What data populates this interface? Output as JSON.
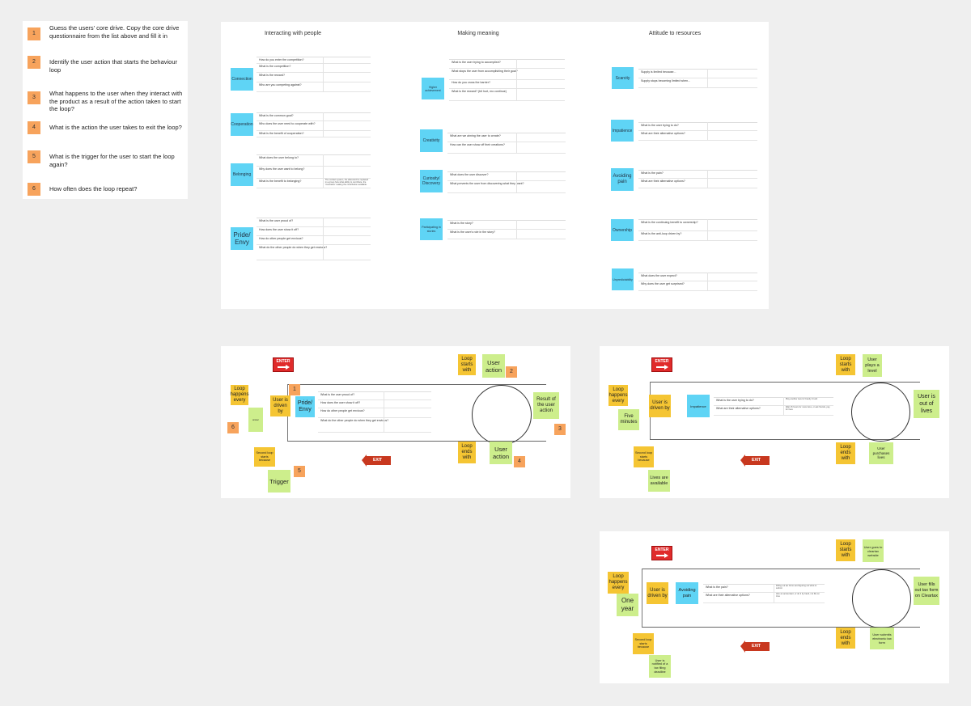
{
  "instructions": [
    {
      "num": "1",
      "text": "Guess the users' core drive. Copy the core drive questionnaire from the list above and fill it in"
    },
    {
      "num": "2",
      "text": "Identify the user action that starts the behaviour loop"
    },
    {
      "num": "3",
      "text": "What happens to the user when they interact with the product as a result of the action taken to start the loop?"
    },
    {
      "num": "4",
      "text": "What is the action the user takes to exit the loop?"
    },
    {
      "num": "5",
      "text": "What is the trigger for the user to start the loop again?"
    },
    {
      "num": "6",
      "text": "How often does the loop repeat?"
    }
  ],
  "drives": {
    "columns": [
      "Interacting with people",
      "Making meaning",
      "Attitude to resources"
    ],
    "col1": [
      {
        "label": "Connection",
        "rows": [
          {
            "q": "How do you enter the competition?",
            "a": ""
          },
          {
            "q": "What is the competition?",
            "a": ""
          },
          {
            "q": "What is the reward?",
            "a": ""
          },
          {
            "q": "Who are you competing against?",
            "a": ""
          }
        ]
      },
      {
        "label": "Cooperation",
        "rows": [
          {
            "q": "What is the common goal?",
            "a": ""
          },
          {
            "q": "Who does the user need to cooperate with?",
            "a": ""
          },
          {
            "q": "What is the benefit of cooperation?",
            "a": ""
          }
        ]
      },
      {
        "label": "Belonging",
        "rows": [
          {
            "q": "What does the user belong to?",
            "a": ""
          },
          {
            "q": "Why does the user want to belong?",
            "a": ""
          },
          {
            "q": "What is the benefit to belonging?",
            "a": "The contact system, the afterword be replaced in a group how what ability to contribute, the 'innovative' making the contribution available."
          }
        ]
      },
      {
        "label": "Pride/ Envy",
        "rows": [
          {
            "q": "What is the user proud of?",
            "a": ""
          },
          {
            "q": "How does the user show it off?",
            "a": ""
          },
          {
            "q": "How do other people get envious?",
            "a": ""
          },
          {
            "q": "What do the other people do when they get envious?",
            "a": ""
          }
        ]
      }
    ],
    "col2": [
      {
        "label": "Higher achievement",
        "rows": [
          {
            "q": "What is the user trying to accomplish?",
            "a": ""
          },
          {
            "q": "What stops the user from accomplishing their goal?",
            "a": ""
          },
          {
            "q": "How do you cross the barrier?",
            "a": ""
          },
          {
            "q": "What is the reward? (bit hurt, mo continue)",
            "a": ""
          }
        ]
      },
      {
        "label": "Creativity",
        "rows": [
          {
            "q": "What are we aiming the user to create?",
            "a": ""
          },
          {
            "q": "How can the user show off their creations?",
            "a": ""
          }
        ]
      },
      {
        "label": "Curiosity/ Discovery",
        "rows": [
          {
            "q": "What does the user discover?",
            "a": ""
          },
          {
            "q": "What prevents the user from discovering what they want?",
            "a": ""
          }
        ]
      },
      {
        "label": "Participating in stories",
        "rows": [
          {
            "q": "What is the story?",
            "a": ""
          },
          {
            "q": "What is the user's role in the story?",
            "a": ""
          }
        ]
      }
    ],
    "col3": [
      {
        "label": "Scarcity",
        "rows": [
          {
            "q": "Supply is limited because...",
            "a": ""
          },
          {
            "q": "Supply stops becoming limited when...",
            "a": ""
          }
        ]
      },
      {
        "label": "Impatience",
        "rows": [
          {
            "q": "What is the user trying to do?",
            "a": ""
          },
          {
            "q": "What are their alternative options?",
            "a": ""
          }
        ]
      },
      {
        "label": "Avoiding pain",
        "rows": [
          {
            "q": "What is the pain?",
            "a": ""
          },
          {
            "q": "What are their alternative options?",
            "a": ""
          }
        ]
      },
      {
        "label": "Ownership",
        "rows": [
          {
            "q": "What is the continuing benefit to ownership?",
            "a": ""
          },
          {
            "q": "What is the anti-loop driven by?",
            "a": ""
          }
        ]
      },
      {
        "label": "Unpredictability",
        "rows": [
          {
            "q": "What does the user expect?",
            "a": ""
          },
          {
            "q": "Why does the user get surprised?",
            "a": ""
          }
        ]
      }
    ]
  },
  "template": {
    "enter": "ENTER",
    "exit": "EXIT",
    "loop_happens": "Loop happens every",
    "user_driven": "User is driven by",
    "drive": "Pride/ Envy",
    "loop_starts": "Loop starts with",
    "user_action": "User action",
    "result": "Result of the user action",
    "loop_ends": "Loop ends with",
    "user_action_exit": "User action",
    "second_loop": "Second loop starts because",
    "trigger": "Trigger",
    "freq_note": "answer",
    "badges": [
      "1",
      "2",
      "3",
      "4",
      "5",
      "6"
    ],
    "rows": [
      {
        "q": "What is the user proud of?",
        "a": ""
      },
      {
        "q": "How does the user show it off?",
        "a": ""
      },
      {
        "q": "How do other people get envious?",
        "a": ""
      },
      {
        "q": "What do the other people do when they get envious?",
        "a": ""
      }
    ]
  },
  "example1": {
    "enter": "ENTER",
    "exit": "EXIT",
    "loop_happens": "Loop happens every",
    "freq": "Five minutes",
    "user_driven": "User is driven by",
    "drive": "Impatience",
    "loop_starts": "Loop starts with",
    "user_action": "User plays a level",
    "result": "User is out of lives",
    "loop_ends": "Loop ends with",
    "exit_action": "User purchases lives",
    "second_loop": "Second loop starts because",
    "trigger": "Lives are available",
    "rows": [
      {
        "q": "What is the user trying to do?",
        "a": "Play another level of Candy Crush"
      },
      {
        "q": "What are their alternative options?",
        "a": "Wait 15 hours for more lives, or ask friends, pay for lives"
      }
    ]
  },
  "example2": {
    "enter": "ENTER",
    "exit": "EXIT",
    "loop_happens": "Loop happens every",
    "freq": "One year",
    "user_driven": "User is driven by",
    "drive": "Avoiding pain",
    "loop_starts": "Loop starts with",
    "user_action": "User goes to cleartax website",
    "result": "User fills out tax form on Cleartax",
    "loop_ends": "Loop ends with",
    "exit_action": "User submits electronic tax form",
    "second_loop": "Second loop starts because",
    "trigger": "User is notified of a tax filing deadline",
    "rows": [
      {
        "q": "What is the pain?",
        "a": "Filling out tax forms and figuring out what to submit"
      },
      {
        "q": "What are their alternative options?",
        "a": "Hire an accountant, or do it by hand, not file on time"
      }
    ]
  },
  "colors": {
    "blue": "#5fd4f5",
    "yellow": "#f5c533",
    "green": "#cdee8c",
    "orange": "#f7a35c",
    "red": "#e02b2b"
  }
}
